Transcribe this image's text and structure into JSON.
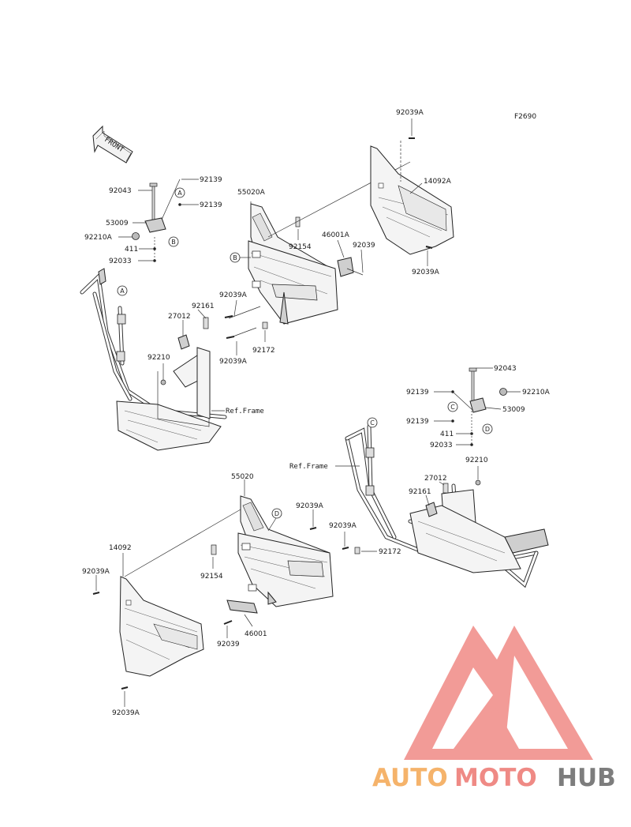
{
  "figure_code": "F2690",
  "front_marker": "FRONT",
  "upper_left_group": {
    "callouts": {
      "a": "A",
      "b": "B"
    },
    "parts": {
      "p92043": "92043",
      "p92139_top": "92139",
      "p92139_bottom": "92139",
      "p53009": "53009",
      "p92210a": "92210A",
      "p411": "411",
      "p92033": "92033"
    }
  },
  "upper_center": {
    "callout_b": "B",
    "callout_a": "A",
    "p55020a": "55020A",
    "p92154": "92154",
    "p46001a": "46001A",
    "p92039": "92039",
    "p92039a_mid": "92039A",
    "p92039a_low": "92039A",
    "p92161": "92161",
    "p27012": "27012",
    "p92172": "92172",
    "p92210": "92210",
    "ref_frame": "Ref.Frame"
  },
  "upper_right": {
    "p92039a_top": "92039A",
    "p14092a": "14092A",
    "p92039a_bottom": "92039A"
  },
  "lower_right_group": {
    "callouts": {
      "c": "C",
      "d": "D"
    },
    "parts": {
      "p92043": "92043",
      "p92139_top": "92139",
      "p92139_bottom": "92139",
      "p92210a": "92210A",
      "p53009": "53009",
      "p411": "411",
      "p92033": "92033",
      "p92210": "92210",
      "p27012": "27012",
      "p92161": "92161"
    },
    "ref_frame": "Ref.Frame",
    "callout_c_frame": "C"
  },
  "lower_left": {
    "p55020": "55020",
    "callout_d": "D",
    "p92039a_a": "92039A",
    "p92039a_b": "92039A",
    "p92172": "92172",
    "p14092": "14092",
    "p92039a_left": "92039A",
    "p92154": "92154",
    "p46001": "46001",
    "p92039": "92039",
    "p92039a_bottom": "92039A"
  },
  "watermark": {
    "part1": "AUTO",
    "part2": "MOTO",
    "part3": "HUB",
    "colors": {
      "auto": "#f5b36b",
      "moto": "#ef8a85",
      "hub": "#7d7d7d",
      "logo": "#f08a86"
    }
  }
}
